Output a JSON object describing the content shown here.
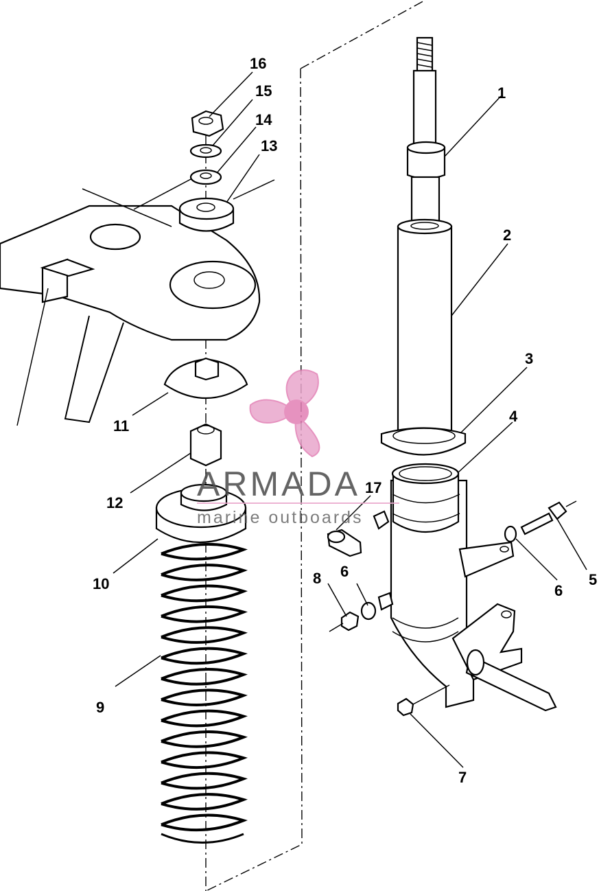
{
  "watermark": {
    "brand": "ARMADA",
    "tagline": "marine outboards",
    "logo_color": "#e9a6cc",
    "logo_hub_color": "#e27fb5"
  },
  "callouts": [
    {
      "id": "1",
      "text": "1"
    },
    {
      "id": "2",
      "text": "2"
    },
    {
      "id": "3",
      "text": "3"
    },
    {
      "id": "4",
      "text": "4"
    },
    {
      "id": "5",
      "text": "5"
    },
    {
      "id": "6a",
      "text": "6"
    },
    {
      "id": "6b",
      "text": "6"
    },
    {
      "id": "7",
      "text": "7"
    },
    {
      "id": "8",
      "text": "8"
    },
    {
      "id": "9",
      "text": "9"
    },
    {
      "id": "10",
      "text": "10"
    },
    {
      "id": "11",
      "text": "11"
    },
    {
      "id": "12",
      "text": "12"
    },
    {
      "id": "13",
      "text": "13"
    },
    {
      "id": "14",
      "text": "14"
    },
    {
      "id": "15",
      "text": "15"
    },
    {
      "id": "16",
      "text": "16"
    },
    {
      "id": "17",
      "text": "17"
    }
  ]
}
